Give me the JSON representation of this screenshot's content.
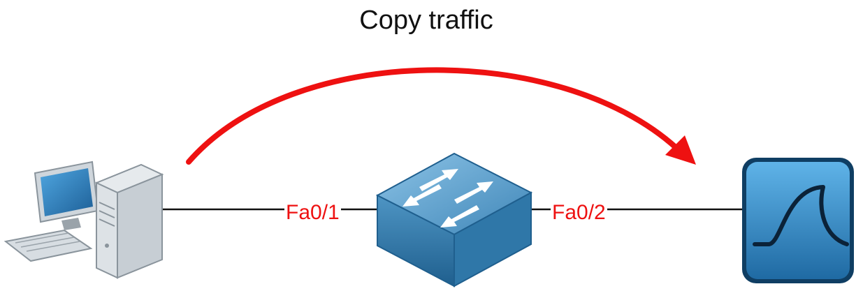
{
  "title": "Copy traffic",
  "ports": {
    "left": "Fa0/1",
    "right": "Fa0/2"
  },
  "nodes": {
    "computer_icon": "computer-icon",
    "switch_icon": "switch-icon",
    "sniffer_icon": "wireshark-icon"
  },
  "colors": {
    "arrow": "#ee1111",
    "port_label": "#ee1111",
    "link": "#111111",
    "switch_top": "#5a9cc6",
    "switch_side": "#2c77a8",
    "sniffer_bg": "#2f86c1"
  }
}
